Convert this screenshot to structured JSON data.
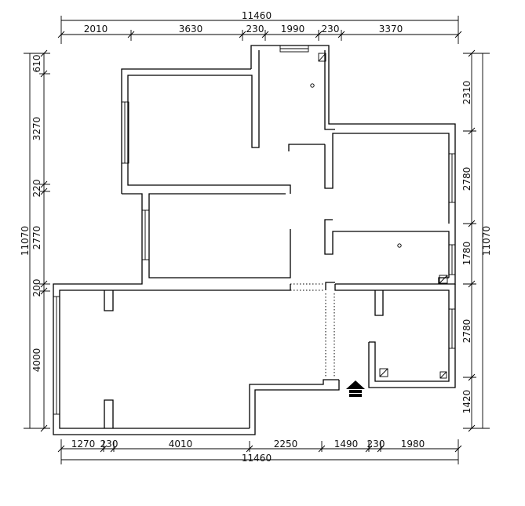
{
  "dimensions": {
    "top_total": "11460",
    "top_segments": [
      "2010",
      "3630",
      "230",
      "1990",
      "230",
      "3370"
    ],
    "bottom_segments": [
      "1270",
      "230",
      "4010",
      "2250",
      "1490",
      "230",
      "1980"
    ],
    "bottom_total": "11460",
    "left_total": "11070",
    "left_segments": [
      "610",
      "3270",
      "220",
      "2770",
      "200",
      "4000"
    ],
    "right_total": "11070",
    "right_segments": [
      "2310",
      "2780",
      "1780",
      "2780",
      "1420"
    ]
  },
  "colors": {
    "line": "#000000",
    "background": "#ffffff"
  },
  "icons": {
    "entrance": "entrance-arrow-icon"
  }
}
